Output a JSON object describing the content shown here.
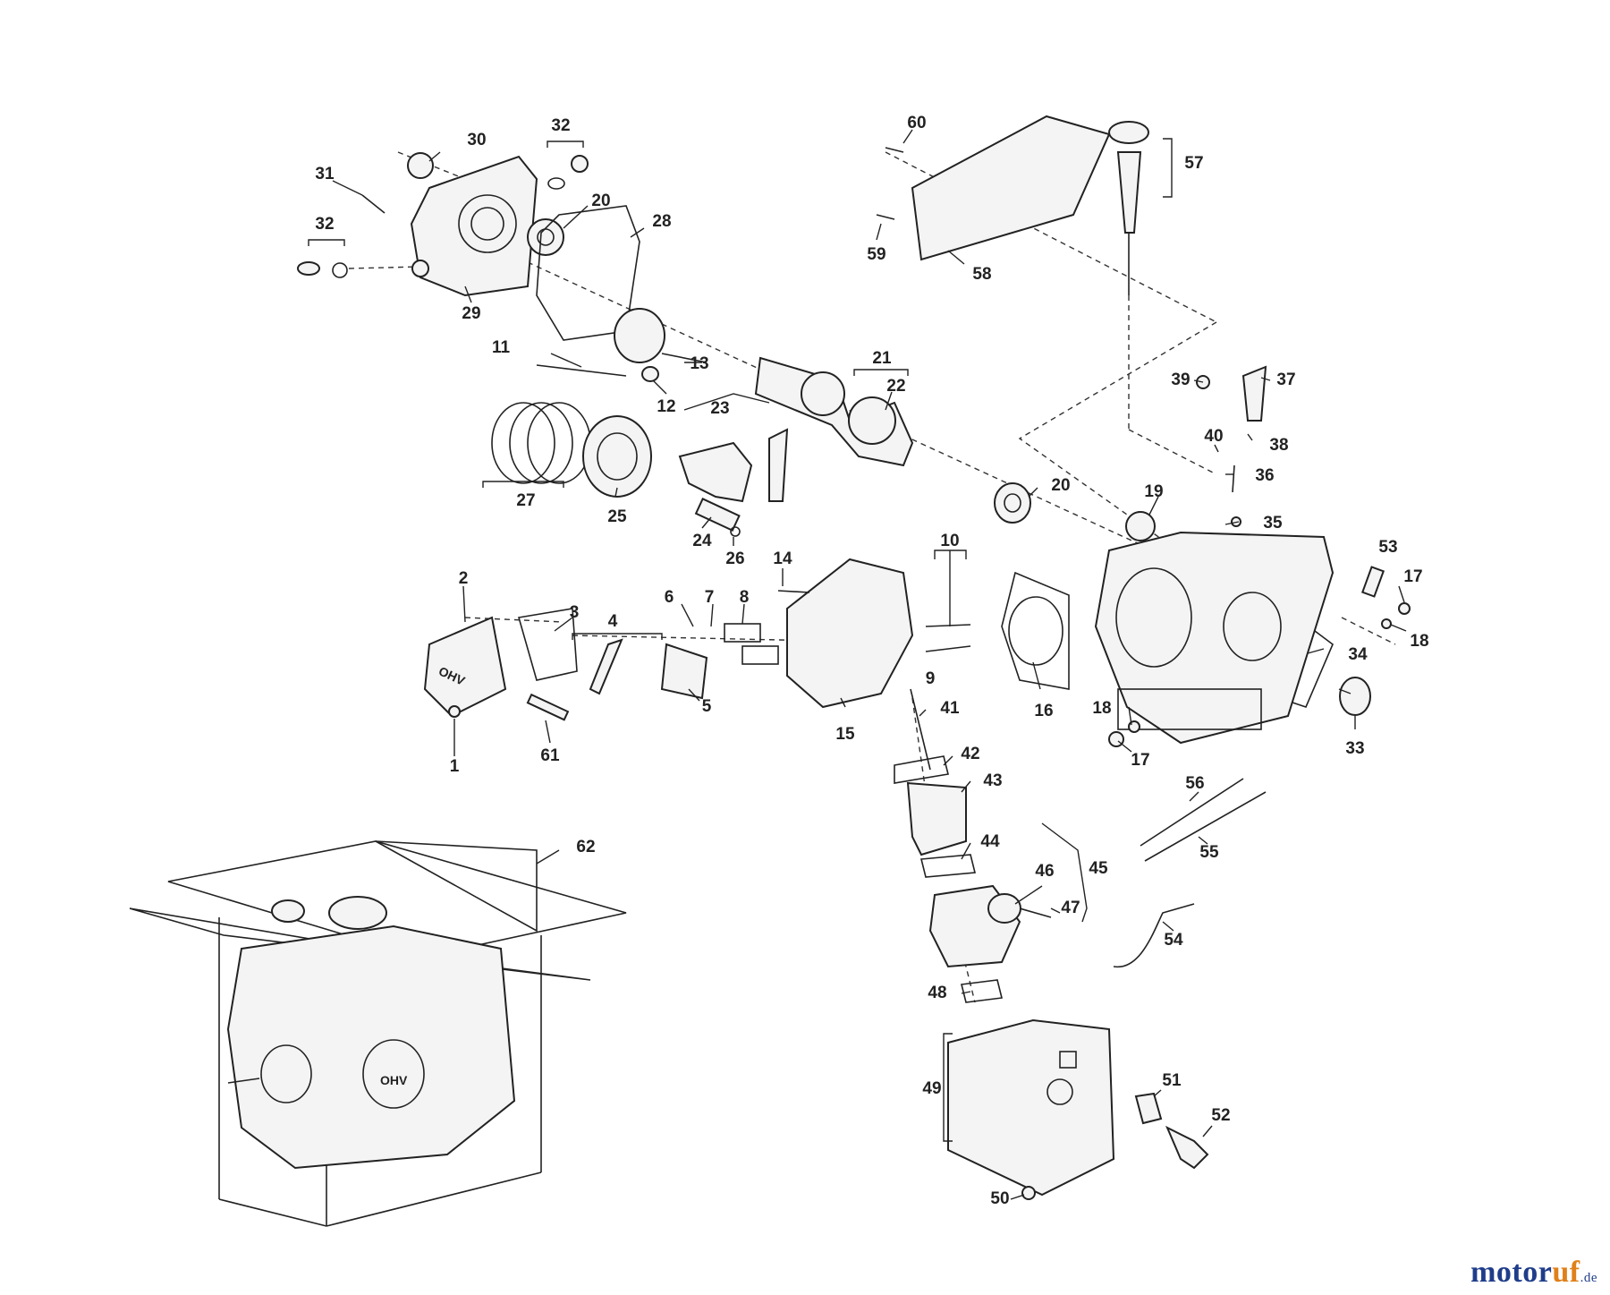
{
  "diagram": {
    "callouts": [
      "1",
      "2",
      "3",
      "4",
      "5",
      "6",
      "7",
      "8",
      "9",
      "10",
      "11",
      "12",
      "13",
      "14",
      "15",
      "16",
      "17",
      "17",
      "18",
      "18",
      "19",
      "20",
      "20",
      "21",
      "22",
      "23",
      "24",
      "25",
      "26",
      "27",
      "28",
      "29",
      "30",
      "31",
      "32",
      "32",
      "33",
      "34",
      "35",
      "36",
      "37",
      "38",
      "39",
      "40",
      "41",
      "42",
      "43",
      "44",
      "45",
      "46",
      "47",
      "48",
      "49",
      "50",
      "51",
      "52",
      "53",
      "54",
      "55",
      "56",
      "57",
      "58",
      "59",
      "60",
      "61",
      "62"
    ],
    "ohv_label": "OHV",
    "ohv_label_box": "OHV"
  },
  "watermark": {
    "main": "motor",
    "accent": "uf",
    "tld": ".de"
  }
}
